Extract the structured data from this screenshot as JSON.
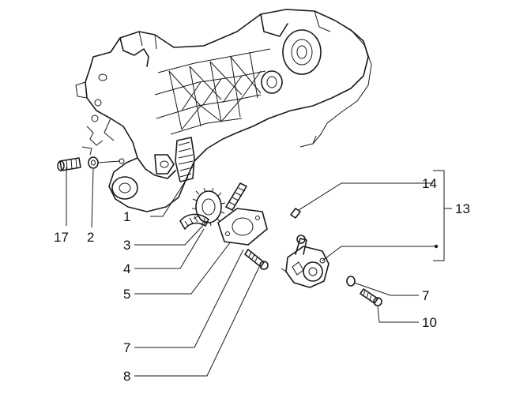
{
  "callouts": {
    "c1": "1",
    "c3": "3",
    "c4": "4",
    "c5": "5",
    "c7a": "7",
    "c8": "8",
    "c17": "17",
    "c2": "2",
    "c14": "14",
    "c13": "13",
    "c7b": "7",
    "c10": "10"
  }
}
